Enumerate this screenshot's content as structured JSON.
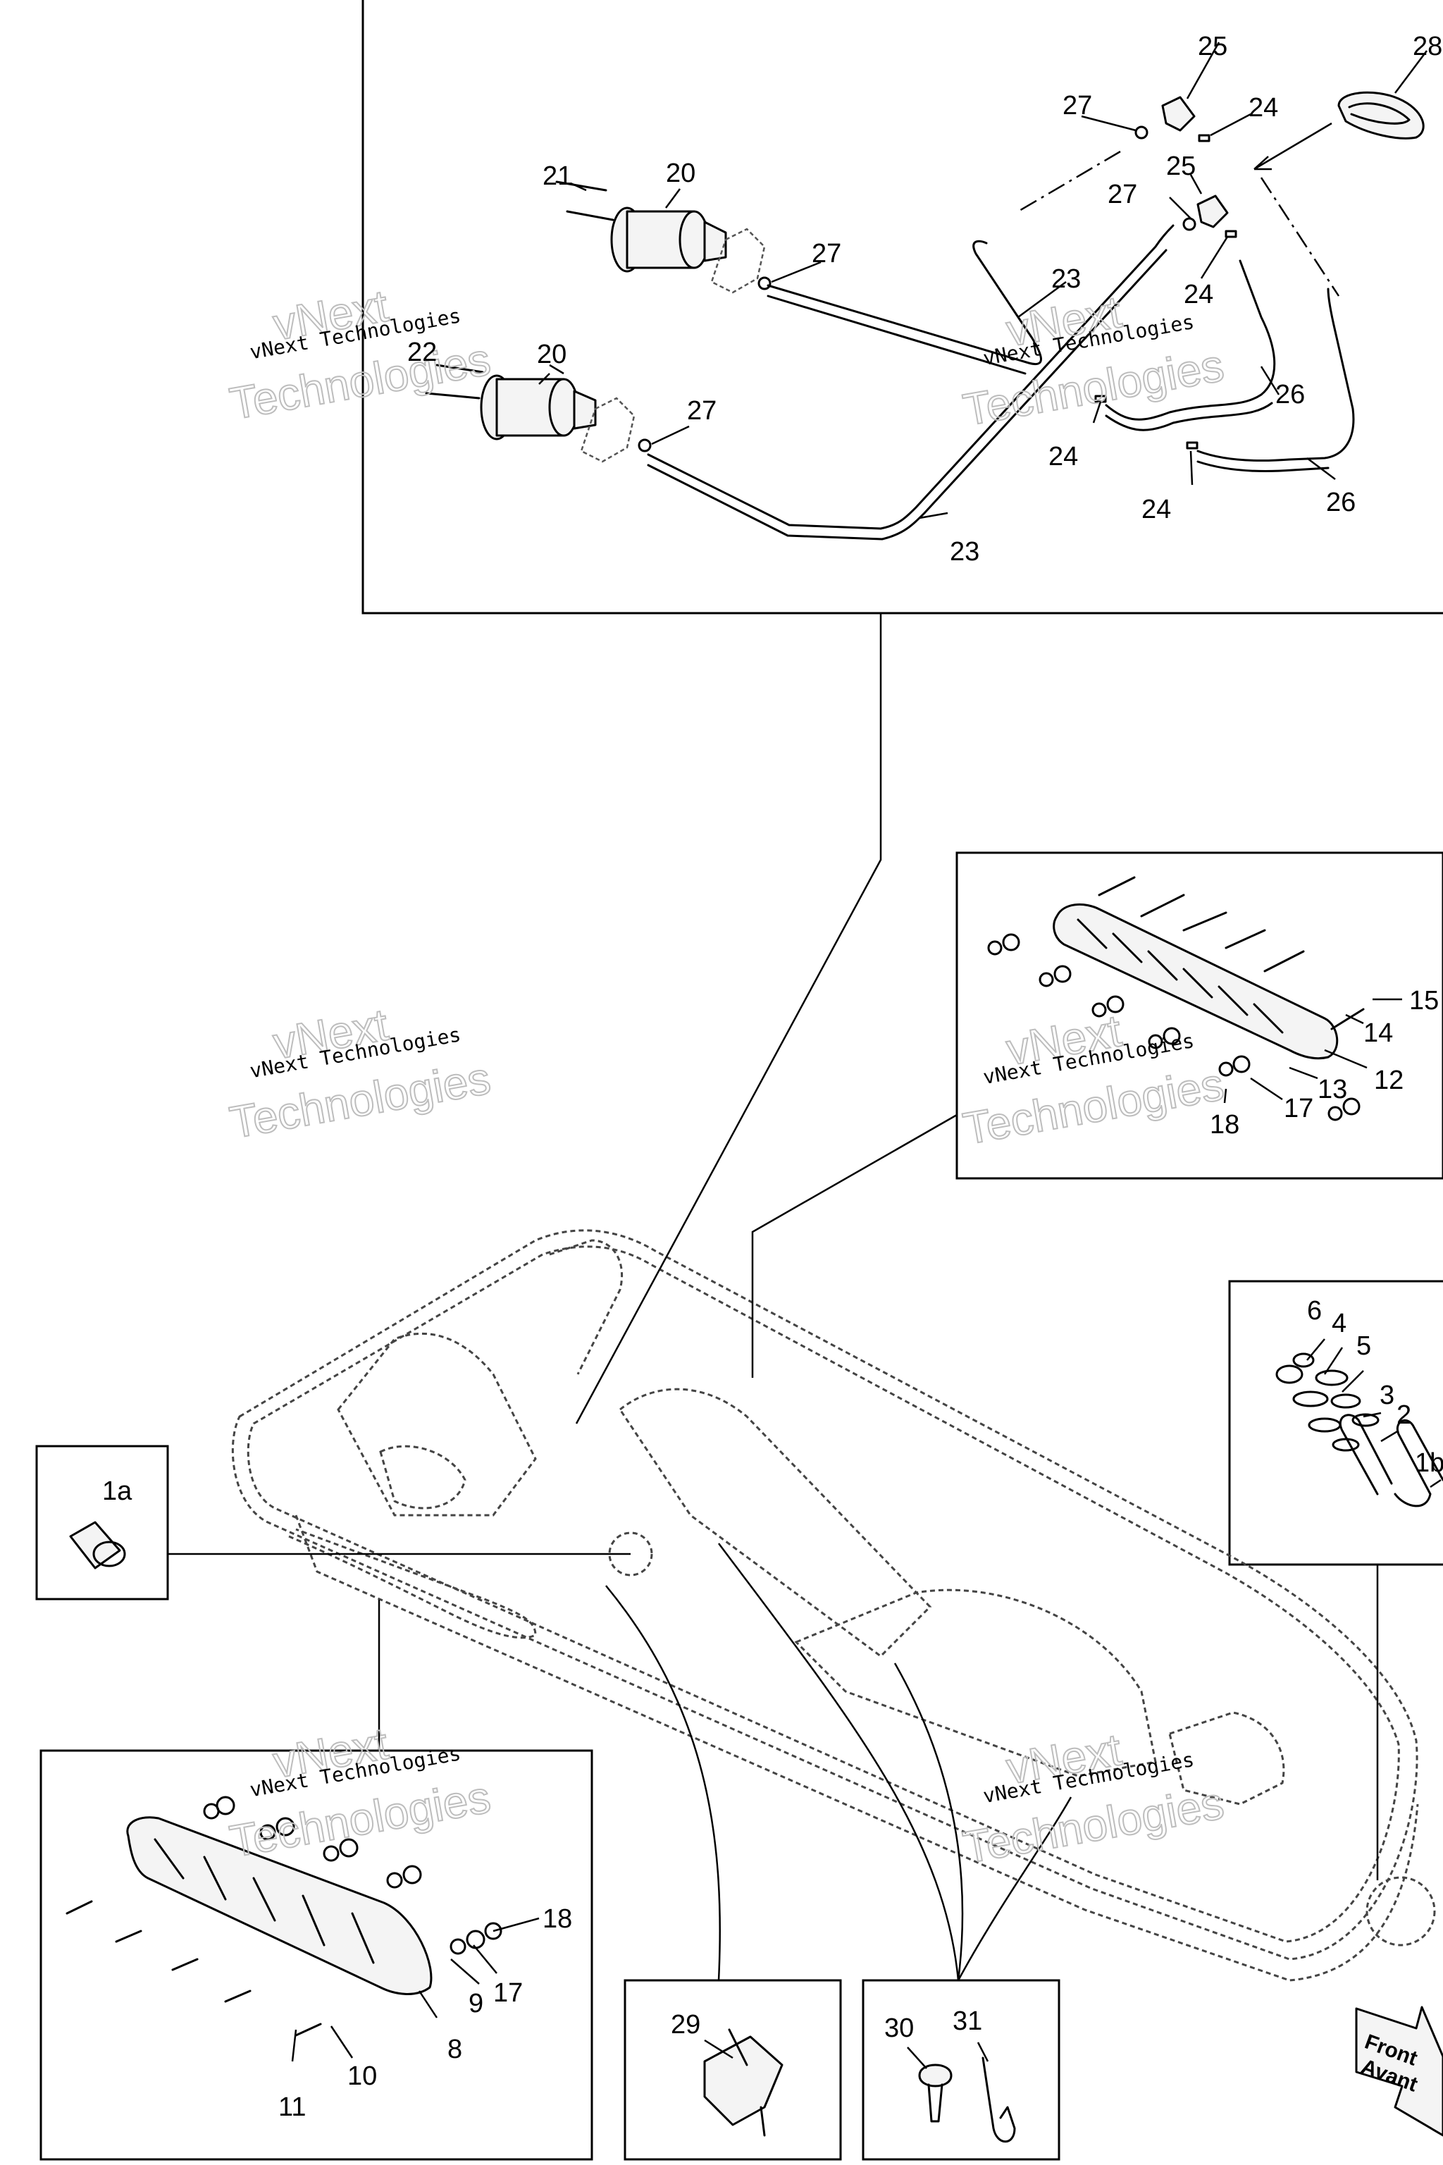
{
  "watermark": {
    "line1": "vNext",
    "line2": "vNext Technologies",
    "line3": "Technologies"
  },
  "direction_arrow": {
    "line1": "Front",
    "line2": "Avant"
  },
  "callouts": {
    "c1a": "1a",
    "c1b": "1b",
    "c2": "2",
    "c3": "3",
    "c4": "4",
    "c5": "5",
    "c6": "6",
    "c8": "8",
    "c9": "9",
    "c10": "10",
    "c11": "11",
    "c12": "12",
    "c13": "13",
    "c14": "14",
    "c15": "15",
    "c17": "17",
    "c18": "18",
    "c20": "20",
    "c21": "21",
    "c22": "22",
    "c23": "23",
    "c24": "24",
    "c25": "25",
    "c26": "26",
    "c27": "27",
    "c28": "28",
    "c29": "29",
    "c30": "30",
    "c31": "31"
  }
}
